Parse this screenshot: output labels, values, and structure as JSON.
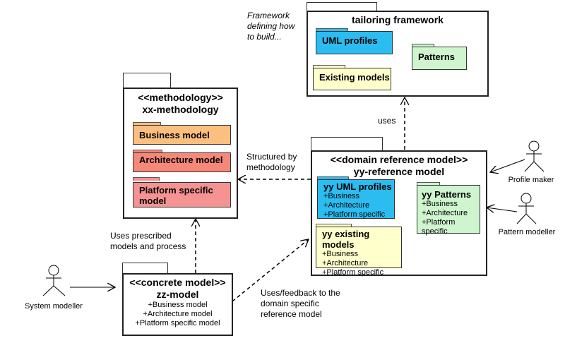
{
  "colors": {
    "uml_profiles": "#2bbcf0",
    "patterns": "#cff5cf",
    "existing_models": "#ffffcc",
    "business_model": "#fbbf7f",
    "architecture_model": "#f6887a",
    "platform_model": "#f59292"
  },
  "tailoring": {
    "title": "tailoring framework",
    "uml_profiles": "UML profiles",
    "patterns": "Patterns",
    "existing_models": "Existing models",
    "note": "Framework defining how to build..."
  },
  "methodology": {
    "stereotype": "<<methodology>>",
    "name": "xx-methodology",
    "packages": [
      "Business model",
      "Architecture model",
      "Platform specific model"
    ]
  },
  "domain_ref": {
    "stereotype": "<<domain reference model>>",
    "name": "yy-reference model",
    "uml_profiles": {
      "title": "yy UML profiles",
      "items": [
        "+Business",
        "+Architecture",
        "+Platform specific"
      ]
    },
    "patterns": {
      "title": "yy Patterns",
      "items": [
        "+Business",
        "+Architecture",
        "+Platform specific"
      ]
    },
    "existing": {
      "title": "yy existing models",
      "items": [
        "+Business",
        "+Architecture",
        "+Platform specific"
      ]
    }
  },
  "concrete": {
    "stereotype": "<<concrete model>>",
    "name": "zz-model",
    "items": [
      "+Business model",
      "+Architecture model",
      "+Platform specific model"
    ]
  },
  "relations": {
    "uses": "uses",
    "structured_by": "Structured by methodology",
    "uses_prescribed": "Uses prescribed models and process",
    "uses_feedback": "Uses/feedback to the domain specific reference model"
  },
  "actors": {
    "profile_maker": "Profile maker",
    "pattern_modeller": "Pattern modeller",
    "system_modeller": "System modeller"
  }
}
